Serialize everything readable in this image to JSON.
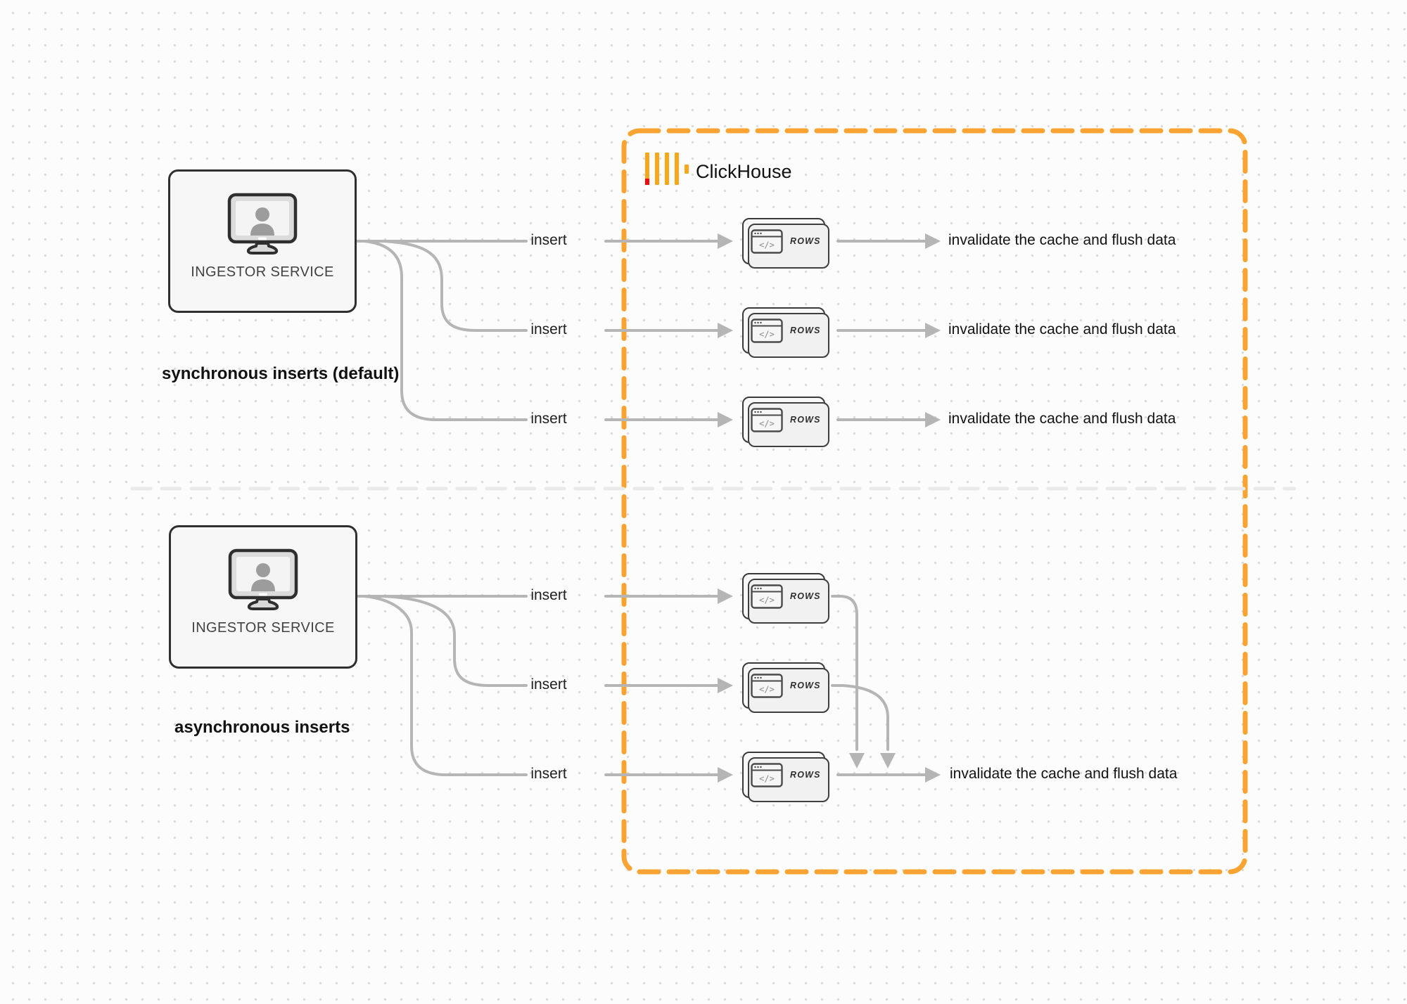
{
  "colors": {
    "accent_orange": "#F9A432",
    "logo_bar_yellow": "#FAA61A",
    "logo_red": "#F50505",
    "connector_gray": "#B5B5B5"
  },
  "clickhouse": {
    "label": "ClickHouse"
  },
  "sync": {
    "service_label": "INGESTOR SERVICE",
    "caption": "synchronous inserts (default)",
    "inserts": [
      "insert",
      "insert",
      "insert"
    ],
    "cards": [
      "ROWS",
      "ROWS",
      "ROWS"
    ],
    "card_icon_glyph": "</>",
    "outcomes": [
      "invalidate the cache and flush data",
      "invalidate the cache and flush data",
      "invalidate the cache and flush data"
    ]
  },
  "async": {
    "service_label": "INGESTOR SERVICE",
    "caption": "asynchronous inserts",
    "inserts": [
      "insert",
      "insert",
      "insert"
    ],
    "cards": [
      "ROWS",
      "ROWS",
      "ROWS"
    ],
    "card_icon_glyph": "</>",
    "outcome": "invalidate the cache and flush data"
  }
}
